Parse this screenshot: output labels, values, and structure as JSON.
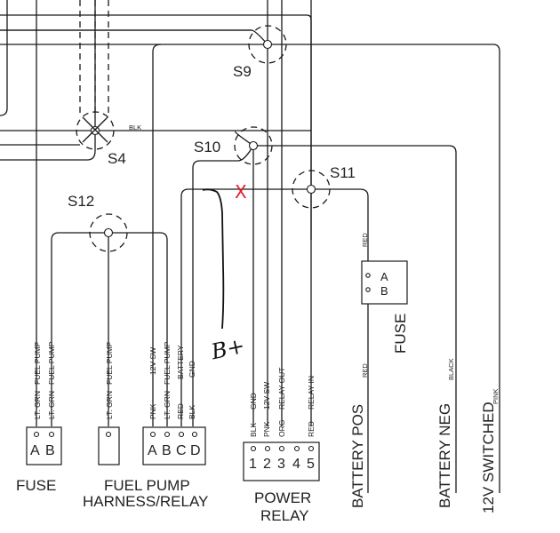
{
  "diagram": {
    "type": "wiring-schematic",
    "splices": [
      {
        "id": "S4",
        "label": "S4"
      },
      {
        "id": "S9",
        "label": "S9"
      },
      {
        "id": "S10",
        "label": "S10"
      },
      {
        "id": "S11",
        "label": "S11"
      },
      {
        "id": "S12",
        "label": "S12"
      }
    ],
    "wire_labels": {
      "s4_blk": "BLK",
      "fuse_red_top": "RED",
      "fuse_red_bottom": "RED",
      "battery_neg_color": "BLACK",
      "switched_color": "PINK"
    },
    "connectors": {
      "fuse_left": {
        "title": "FUSE",
        "pins": [
          "A",
          "B"
        ],
        "wires": [
          {
            "pin": "A",
            "color": "LT. GRN",
            "function": "FUEL PUMP"
          },
          {
            "pin": "B",
            "color": "LT. GRN",
            "function": "FUEL PUMP"
          }
        ]
      },
      "fuel_pump_harness": {
        "title_line1": "FUEL  PUMP",
        "title_line2": "HARNESS/RELAY",
        "single": {
          "color": "LT. GRN",
          "function": "FUEL PUMP"
        },
        "pins": [
          "A",
          "B",
          "C",
          "D"
        ],
        "wires": [
          {
            "pin": "A",
            "color": "PNK",
            "function": "12V  SW"
          },
          {
            "pin": "B",
            "color": "LT. GRN",
            "function": "FUEL PUMP"
          },
          {
            "pin": "C",
            "color": "RED",
            "function": "BATTERY"
          },
          {
            "pin": "D",
            "color": "BLK",
            "function": "GND"
          }
        ]
      },
      "power_relay": {
        "title_line1": "POWER",
        "title_line2": "RELAY",
        "pins": [
          "1",
          "2",
          "3",
          "4",
          "5"
        ],
        "wires": [
          {
            "pin": "1",
            "color": "BLK",
            "function": "GND"
          },
          {
            "pin": "2",
            "color": "PNK",
            "function": "12V  SW"
          },
          {
            "pin": "3",
            "color": "ORG",
            "function": "RELAY  OUT"
          },
          {
            "pin": "5",
            "color": "RED",
            "function": "RELAY  IN"
          }
        ]
      },
      "fuse_right": {
        "title": "FUSE",
        "pins": [
          "A",
          "B"
        ]
      }
    },
    "terminals": [
      {
        "label": "BATTERY  POS"
      },
      {
        "label": "BATTERY  NEG"
      },
      {
        "label": "12V  SWITCHED"
      }
    ],
    "annotations": {
      "handwritten": "B+",
      "cut_mark": "X",
      "cut_mark_color": "#e0202a",
      "ink_color": "#111111"
    }
  }
}
